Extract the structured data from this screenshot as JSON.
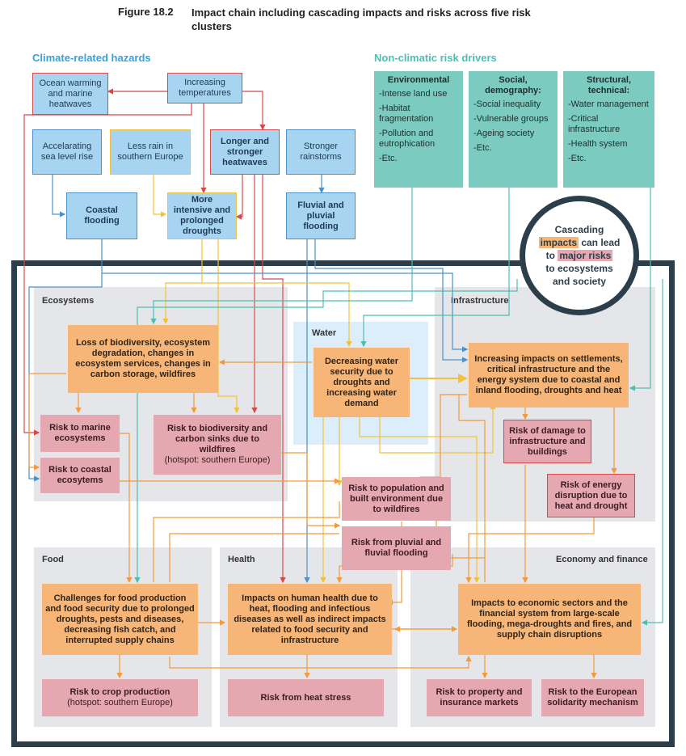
{
  "figure": {
    "number": "Figure 18.2",
    "title": "Impact chain including cascading impacts and risks across five risk clusters"
  },
  "headers": {
    "hazards": "Climate-related hazards",
    "drivers": "Non-climatic risk drivers"
  },
  "hazards": {
    "ocean_warming": "Ocean warming and marine heatwaves",
    "increasing_temperatures": "Increasing temperatures",
    "sea_level_rise": "Accelarating sea level rise",
    "less_rain": "Less rain in southern Europe",
    "heatwaves": "Longer and stronger heatwaves",
    "rainstorms": "Stronger rainstorms",
    "coastal_flooding": "Coastal flooding",
    "droughts": "More intensive and prolonged droughts",
    "fluvial_flooding": "Fluvial and pluvial flooding"
  },
  "drivers": {
    "environmental": {
      "title": "Environmental",
      "items": [
        "-Intense land use",
        "-Habitat fragmentation",
        "-Pollution and eutrophication",
        "-Etc."
      ]
    },
    "social": {
      "title": "Social, demography:",
      "items": [
        "-Social inequality",
        "-Vulnerable groups",
        "-Ageing society",
        "-Etc."
      ]
    },
    "structural": {
      "title": "Structural, technical:",
      "items": [
        "-Water management",
        "-Critical infrastructure",
        "-Health system",
        "-Etc."
      ]
    }
  },
  "callout": {
    "line1": "Cascading",
    "impacts": "impacts",
    "line2_rest": " can lead",
    "to": "to ",
    "major_risks": "major risks",
    "line4": "to ecosystems",
    "line5": "and society"
  },
  "clusters": {
    "ecosystems": "Ecosystems",
    "water": "Water",
    "infrastructure": "Infrastructure",
    "food": "Food",
    "health": "Health",
    "economy": "Economy and finance"
  },
  "impacts": {
    "biodiversity": "Loss of biodiversity, ecosystem degradation, changes in ecosystem services, changes in carbon storage, wildfires",
    "water_security": "Decreasing water security due to droughts and increasing water demand",
    "infrastructure": "Increasing impacts on settlements, critical infrastructure and the energy system due to coastal and inland flooding, droughts and heat",
    "food": "Challenges for food production and food security due to prolonged droughts, pests and diseases, decreasing fish catch, and interrupted supply chains",
    "health": "Impacts on human health due to heat, flooding and infectious diseases as well as indirect impacts related to food security and infrastructure",
    "economy": "Impacts to economic sectors and the financial system from large-scale flooding, mega-droughts and fires, and supply chain disruptions"
  },
  "risks": {
    "marine": "Risk to marine ecosystems",
    "coastal": "Risk to coastal ecosytems",
    "biodiversity": "Risk to biodiversity and carbon sinks due to wildfires",
    "biodiversity_note": "(hotspot: southern Europe)",
    "population": "Risk to population and built environment due to wildfires",
    "pluvial": "Risk from pluvial and fluvial flooding",
    "damage": "Risk of damage to infrastructure and buildings",
    "energy": "Risk of energy disruption due to heat and drought",
    "crop": "Risk to crop production",
    "crop_note": "(hotspot: southern Europe)",
    "heat_stress": "Risk from heat stress",
    "property": "Risk to property and insurance markets",
    "solidarity": "Risk to the European solidarity mechanism"
  },
  "colors": {
    "hazard_blue": "#a6d4f1",
    "driver_teal": "#7ccbc1",
    "impact_orange": "#f7b577",
    "risk_pink": "#e5a8b0",
    "frame_navy": "#2d3e4b",
    "line_red": "#d84a4a",
    "line_blue": "#4a92c9",
    "line_yellow": "#f2c13b",
    "line_orange": "#f39a3c",
    "line_teal": "#4cbfb2"
  }
}
